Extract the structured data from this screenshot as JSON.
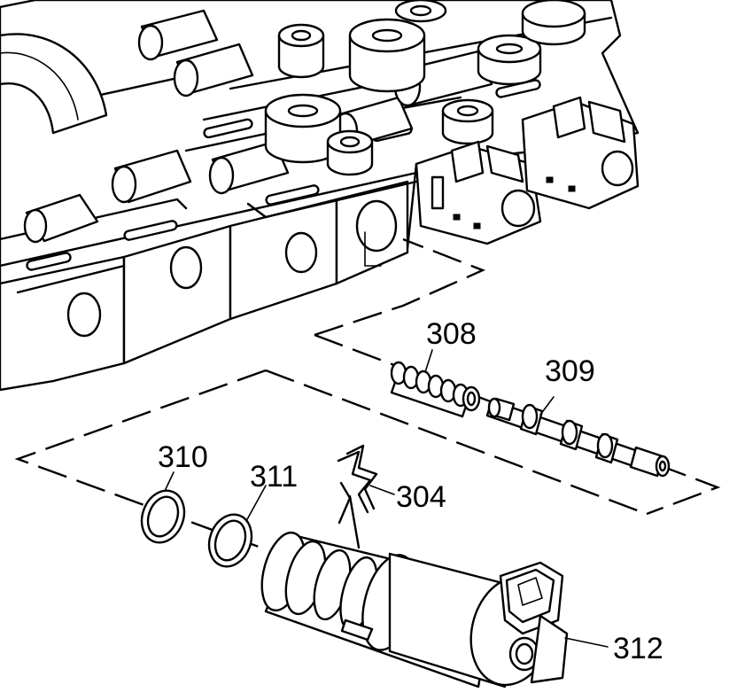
{
  "callouts": {
    "c304": "304",
    "c308": "308",
    "c309": "309",
    "c310": "310",
    "c311": "311",
    "c312": "312"
  },
  "colors": {
    "line": "#000000",
    "background": "#ffffff"
  }
}
